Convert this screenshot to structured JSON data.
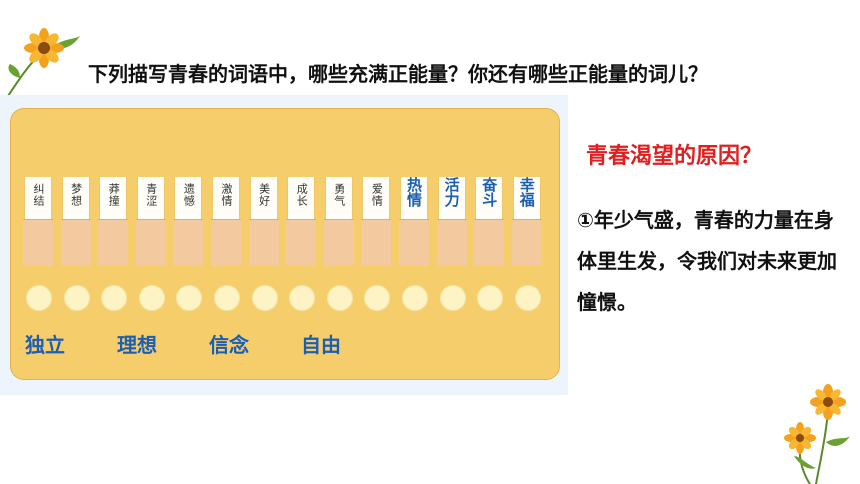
{
  "question": "下列描写青春的词语中，哪些充满正能量？你还有哪些正能量的词儿？",
  "cards": [
    {
      "word": "纠结",
      "highlight": false
    },
    {
      "word": "梦想",
      "highlight": false
    },
    {
      "word": "莽撞",
      "highlight": false
    },
    {
      "word": "青涩",
      "highlight": false
    },
    {
      "word": "遗憾",
      "highlight": false
    },
    {
      "word": "激情",
      "highlight": false
    },
    {
      "word": "美好",
      "highlight": false
    },
    {
      "word": "成长",
      "highlight": false
    },
    {
      "word": "勇气",
      "highlight": false
    },
    {
      "word": "爱情",
      "highlight": false
    },
    {
      "word": "热情",
      "highlight": true
    },
    {
      "word": "活力",
      "highlight": true
    },
    {
      "word": "奋斗",
      "highlight": true
    },
    {
      "word": "幸福",
      "highlight": true
    }
  ],
  "extra_words": [
    "独立",
    "理想",
    "信念",
    "自由"
  ],
  "side": {
    "title": "青春渴望的原因？",
    "answer": "①年少气盛，青春的力量在身体里生发，令我们对未来更加憧憬。"
  },
  "colors": {
    "highlight": "#1a5fb4",
    "title": "#e02020",
    "board": "#f6cd6b"
  },
  "decorations": [
    "sunflower-icon",
    "sunflower-icon",
    "sunflower-icon"
  ]
}
